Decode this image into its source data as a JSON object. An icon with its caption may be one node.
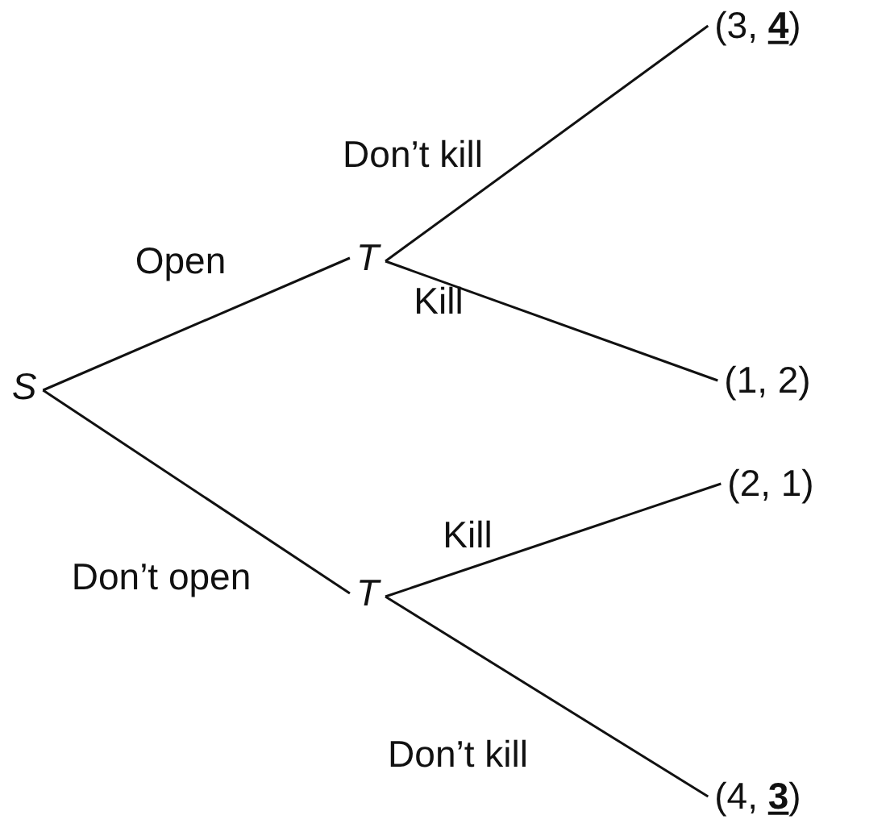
{
  "diagram": {
    "nodes": [
      {
        "text": [
          "S"
        ]
      },
      {
        "text": [
          "T"
        ]
      },
      {
        "text": [
          "T"
        ]
      },
      {
        "text": [
          "(3, **4**)"
        ]
      },
      {
        "text": [
          "(1, 2)"
        ]
      },
      {
        "text": [
          "(2, 1)"
        ]
      },
      {
        "text": [
          "(4, **3**)"
        ]
      }
    ],
    "edges": [
      {
        "from": 0,
        "to": 1,
        "arrow": "none",
        "label": "Open"
      },
      {
        "from": 0,
        "to": 2,
        "arrow": "none",
        "label": "Don’t open"
      },
      {
        "from": 1,
        "to": 3,
        "arrow": "none",
        "label": "Don’t kill"
      },
      {
        "from": 1,
        "to": 4,
        "arrow": "none",
        "label": "Kill"
      },
      {
        "from": 2,
        "to": 5,
        "arrow": "none",
        "label": "Kill"
      },
      {
        "from": 2,
        "to": 6,
        "arrow": "none",
        "label": "Don’t kill"
      }
    ]
  }
}
